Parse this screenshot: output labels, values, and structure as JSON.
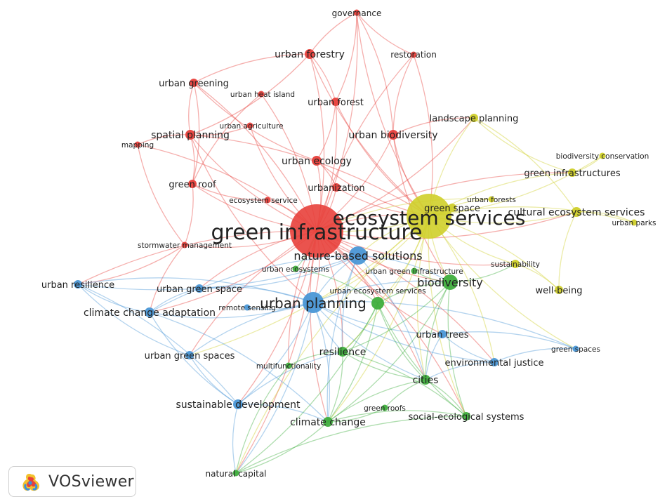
{
  "colors": {
    "red": "#e8403b",
    "yellow": "#cfcf2a",
    "green": "#3fae3d",
    "blue": "#4a97d6"
  },
  "brand": {
    "name": "VOSviewer",
    "icon": "vosviewer-logo-icon"
  },
  "nodes": [
    {
      "id": "governance",
      "label": "governance",
      "cluster": "red",
      "weight": 1
    },
    {
      "id": "urban_forestry",
      "label": "urban forestry",
      "cluster": "red",
      "weight": 2
    },
    {
      "id": "restoration",
      "label": "restoration",
      "cluster": "red",
      "weight": 1
    },
    {
      "id": "urban_greening",
      "label": "urban greening",
      "cluster": "red",
      "weight": 1.5
    },
    {
      "id": "urban_heat_island",
      "label": "urban heat island",
      "cluster": "red",
      "weight": 0.8
    },
    {
      "id": "urban_forest",
      "label": "urban forest",
      "cluster": "red",
      "weight": 1.5
    },
    {
      "id": "urban_agriculture",
      "label": "urban agriculture",
      "cluster": "red",
      "weight": 0.8
    },
    {
      "id": "spatial_planning",
      "label": "spatial planning",
      "cluster": "red",
      "weight": 2
    },
    {
      "id": "mapping",
      "label": "mapping",
      "cluster": "red",
      "weight": 0.8
    },
    {
      "id": "urban_biodiversity",
      "label": "urban biodiversity",
      "cluster": "red",
      "weight": 2
    },
    {
      "id": "urban_ecology",
      "label": "urban ecology",
      "cluster": "red",
      "weight": 2.5
    },
    {
      "id": "green_roof",
      "label": "green roof",
      "cluster": "red",
      "weight": 1.5
    },
    {
      "id": "urbanization",
      "label": "urbanization",
      "cluster": "red",
      "weight": 1.5
    },
    {
      "id": "ecosystem_service",
      "label": "ecosystem service",
      "cluster": "red",
      "weight": 1
    },
    {
      "id": "green_infrastructure",
      "label": "green infrastructure",
      "cluster": "red",
      "weight": 10
    },
    {
      "id": "stormwater_management",
      "label": "stormwater management",
      "cluster": "red",
      "weight": 1
    },
    {
      "id": "landscape_planning",
      "label": "landscape planning",
      "cluster": "yellow",
      "weight": 1.5
    },
    {
      "id": "biodiversity_conservation",
      "label": "biodiversity conservation",
      "cluster": "yellow",
      "weight": 1
    },
    {
      "id": "green_infrastructures",
      "label": "green infrastructures",
      "cluster": "yellow",
      "weight": 1.5
    },
    {
      "id": "urban_forests",
      "label": "urban forests",
      "cluster": "yellow",
      "weight": 0.8
    },
    {
      "id": "green_space",
      "label": "green space",
      "cluster": "yellow",
      "weight": 1.5
    },
    {
      "id": "ecosystem_services",
      "label": "ecosystem services",
      "cluster": "yellow",
      "weight": 10
    },
    {
      "id": "cultural_ecosystem_services",
      "label": "cultural ecosystem services",
      "cluster": "yellow",
      "weight": 2
    },
    {
      "id": "urban_parks",
      "label": "urban parks",
      "cluster": "yellow",
      "weight": 0.8
    },
    {
      "id": "sustainability",
      "label": "sustainability",
      "cluster": "yellow",
      "weight": 1.5
    },
    {
      "id": "well_being",
      "label": "well-being",
      "cluster": "yellow",
      "weight": 1.5
    },
    {
      "id": "nature_based_solutions",
      "label": "nature-based solutions",
      "cluster": "blue",
      "weight": 4
    },
    {
      "id": "urban_resilience",
      "label": "urban resilience",
      "cluster": "blue",
      "weight": 1.5
    },
    {
      "id": "urban_green_space",
      "label": "urban green space",
      "cluster": "blue",
      "weight": 1.5
    },
    {
      "id": "climate_change_adaptation",
      "label": "climate change adaptation",
      "cluster": "blue",
      "weight": 2
    },
    {
      "id": "remote_sensing",
      "label": "remote sensing",
      "cluster": "blue",
      "weight": 0.8
    },
    {
      "id": "urban_planning",
      "label": "urban planning",
      "cluster": "blue",
      "weight": 5
    },
    {
      "id": "urban_green_spaces",
      "label": "urban green spaces",
      "cluster": "blue",
      "weight": 1.5
    },
    {
      "id": "sustainable_development",
      "label": "sustainable development",
      "cluster": "blue",
      "weight": 2
    },
    {
      "id": "urban_trees",
      "label": "urban trees",
      "cluster": "blue",
      "weight": 1.5
    },
    {
      "id": "green_spaces",
      "label": "green spaces",
      "cluster": "blue",
      "weight": 1
    },
    {
      "id": "environmental_justice",
      "label": "environmental justice",
      "cluster": "blue",
      "weight": 1.5
    },
    {
      "id": "urban_ecosystems",
      "label": "urban ecosystems",
      "cluster": "green",
      "weight": 0.8
    },
    {
      "id": "urban_green_infrastructure",
      "label": "urban green infrastructure",
      "cluster": "green",
      "weight": 1
    },
    {
      "id": "biodiversity",
      "label": "biodiversity",
      "cluster": "green",
      "weight": 4
    },
    {
      "id": "urban_ecosystem_services",
      "label": "urban ecosystem services",
      "cluster": "green",
      "weight": 3
    },
    {
      "id": "resilience",
      "label": "resilience",
      "cluster": "green",
      "weight": 2
    },
    {
      "id": "multifunctionality",
      "label": "multifunctionality",
      "cluster": "green",
      "weight": 0.8
    },
    {
      "id": "cities",
      "label": "cities",
      "cluster": "green",
      "weight": 2
    },
    {
      "id": "green_roofs",
      "label": "green roofs",
      "cluster": "green",
      "weight": 0.8
    },
    {
      "id": "climate_change",
      "label": "climate change",
      "cluster": "green",
      "weight": 2
    },
    {
      "id": "social_ecological_systems",
      "label": "social-ecological systems",
      "cluster": "green",
      "weight": 1.5
    },
    {
      "id": "natural_capital",
      "label": "natural capital",
      "cluster": "green",
      "weight": 1
    }
  ]
}
